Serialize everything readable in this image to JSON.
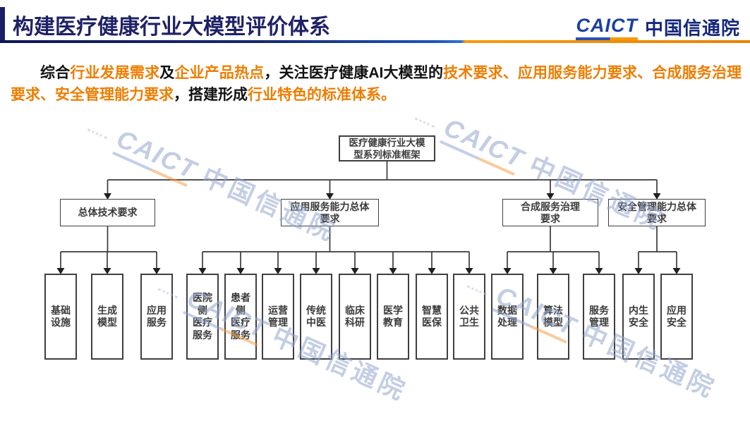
{
  "header": {
    "title": "构建医疗健康行业大模型评价体系",
    "logo": {
      "caict": "CAICT",
      "cn": "中国信通院"
    }
  },
  "colors": {
    "title_navy": "#1f2166",
    "accent_orange": "#ee7d00",
    "logo_blue": "#1b3fa6",
    "divider_blue": "#1c55b8",
    "divider_orange": "#ef8e00",
    "watermark_blue": "#93a5ce"
  },
  "intro": {
    "segments": [
      {
        "text": "综合",
        "color": "black"
      },
      {
        "text": "行业发展需求",
        "color": "orange"
      },
      {
        "text": "及",
        "color": "black"
      },
      {
        "text": "企业产品热点",
        "color": "orange"
      },
      {
        "text": "，关注医疗健康AI大模型的",
        "color": "black"
      },
      {
        "text": "技术要求、应用服务能力要求、合成服务治理要求、安全管理能力要求",
        "color": "orange"
      },
      {
        "text": "，搭建形成",
        "color": "black"
      },
      {
        "text": "行业特色的标准体系。",
        "color": "orange"
      }
    ]
  },
  "watermark": {
    "caict": "CAICT",
    "cn": "中国信通院"
  },
  "diagram": {
    "root": {
      "lines": [
        "医疗健康行业大模",
        "型系列标准框架"
      ]
    },
    "groups": [
      {
        "lines": [
          "总体技术要求"
        ],
        "children": [
          [
            "基础",
            "设施"
          ],
          [
            "生成",
            "模型"
          ],
          [
            "应用",
            "服务"
          ]
        ]
      },
      {
        "lines": [
          "应用服务能力总体",
          "要求"
        ],
        "children": [
          [
            "医院",
            "侧",
            "医疗",
            "服务"
          ],
          [
            "患者",
            "侧",
            "医疗",
            "服务"
          ],
          [
            "运营",
            "管理"
          ],
          [
            "传统",
            "中医"
          ],
          [
            "临床",
            "科研"
          ],
          [
            "医学",
            "教育"
          ],
          [
            "智慧",
            "医保"
          ],
          [
            "公共",
            "卫生"
          ]
        ]
      },
      {
        "lines": [
          "合成服务治理",
          "要求"
        ],
        "children": [
          [
            "数据",
            "处理"
          ],
          [
            "算法",
            "模型"
          ],
          [
            "服务",
            "管理"
          ]
        ]
      },
      {
        "lines": [
          "安全管理能力总体",
          "要求"
        ],
        "children": [
          [
            "内生",
            "安全"
          ],
          [
            "应用",
            "安全"
          ]
        ]
      }
    ]
  }
}
